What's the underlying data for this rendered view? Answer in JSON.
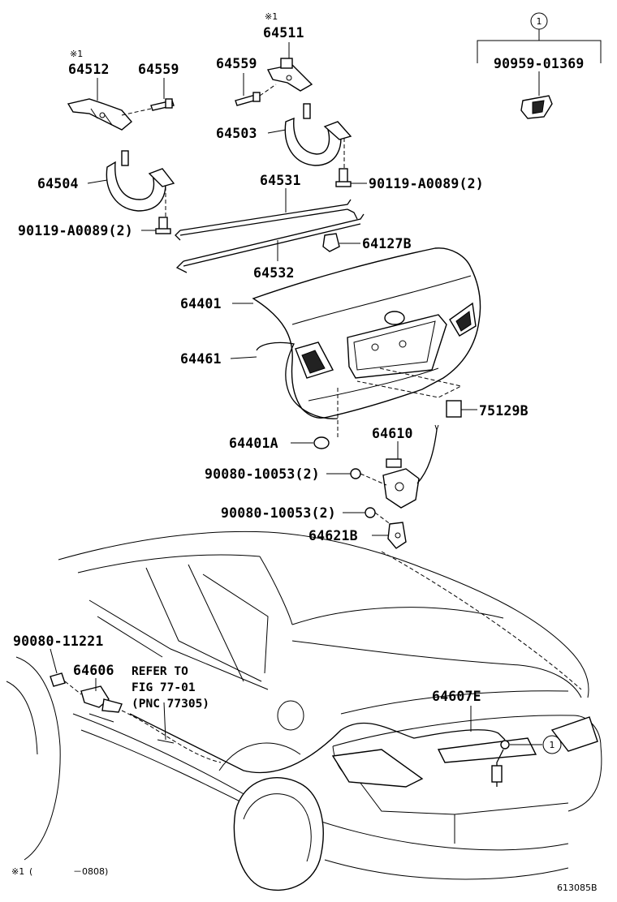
{
  "labels": {
    "p64511": "64511",
    "p64512": "64512",
    "p64559_left": "64559",
    "p64559_top": "64559",
    "p64503": "64503",
    "p64504": "64504",
    "p64531": "64531",
    "p64532": "64532",
    "p90119_right": "90119-A0089(2)",
    "p90119_left": "90119-A0089(2)",
    "p64127B": "64127B",
    "p64401": "64401",
    "p64461": "64461",
    "p75129B": "75129B",
    "p64401A": "64401A",
    "p64610": "64610",
    "p90080_10053_a": "90080-10053(2)",
    "p90080_10053_b": "90080-10053(2)",
    "p64621B": "64621B",
    "p90080_11221": "90080-11221",
    "p64606": "64606",
    "p64607E": "64607E",
    "p90959": "90959-01369"
  },
  "markers": {
    "star_64511": "※1",
    "star_64512": "※1",
    "circle_top": "1",
    "circle_car": "1"
  },
  "refer_note": {
    "line1": "REFER TO",
    "line2": "FIG 77-01",
    "line3": "(PNC 77305)"
  },
  "footnote": {
    "mark": "※1",
    "open": "(",
    "range": "－0808)"
  },
  "diagram_id": "613085B"
}
